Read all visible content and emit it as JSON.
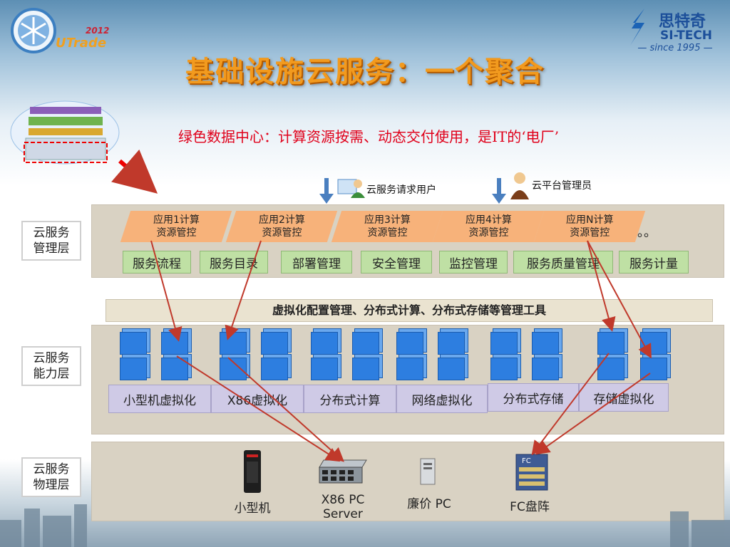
{
  "logo_left": {
    "year": "2012",
    "name": "UTrade"
  },
  "logo_right": {
    "cn": "思特奇",
    "en": "SI-TECH",
    "since": "— since 1995 —"
  },
  "title": "基础设施云服务：一个聚合",
  "subtitle": "绿色数据中心：计算资源按需、动态交付使用，是IT的‘电厂’",
  "users": {
    "request_user": "云服务请求用户",
    "admin": "云平台管理员"
  },
  "layers": {
    "management": "云服务\n管理层",
    "capability": "云服务\n能力层",
    "physical": "云服务\n物理层"
  },
  "apps": [
    "应用1计算\n资源管控",
    "应用2计算\n资源管控",
    "应用3计算\n资源管控",
    "应用4计算\n资源管控",
    "应用N计算\n资源管控"
  ],
  "ellipsis": "。。",
  "services": [
    "服务流程",
    "服务目录",
    "部署管理",
    "安全管理",
    "监控管理",
    "服务质量管理",
    "服务计量"
  ],
  "tools": "虚拟化配置管理、分布式计算、分布式存储等管理工具",
  "capabilities": [
    "小型机虚拟化",
    "X86虚拟化",
    "分布式计算",
    "网络虚拟化",
    "分布式存储",
    "存储虚拟化"
  ],
  "hardware": [
    "小型机",
    "X86 PC\nServer",
    "廉价 PC",
    "FC盘阵"
  ],
  "colors": {
    "title": "#f29a1e",
    "subtitle": "#e0001a",
    "arrow": "#c0392b",
    "cube": "#2d7ee0"
  }
}
